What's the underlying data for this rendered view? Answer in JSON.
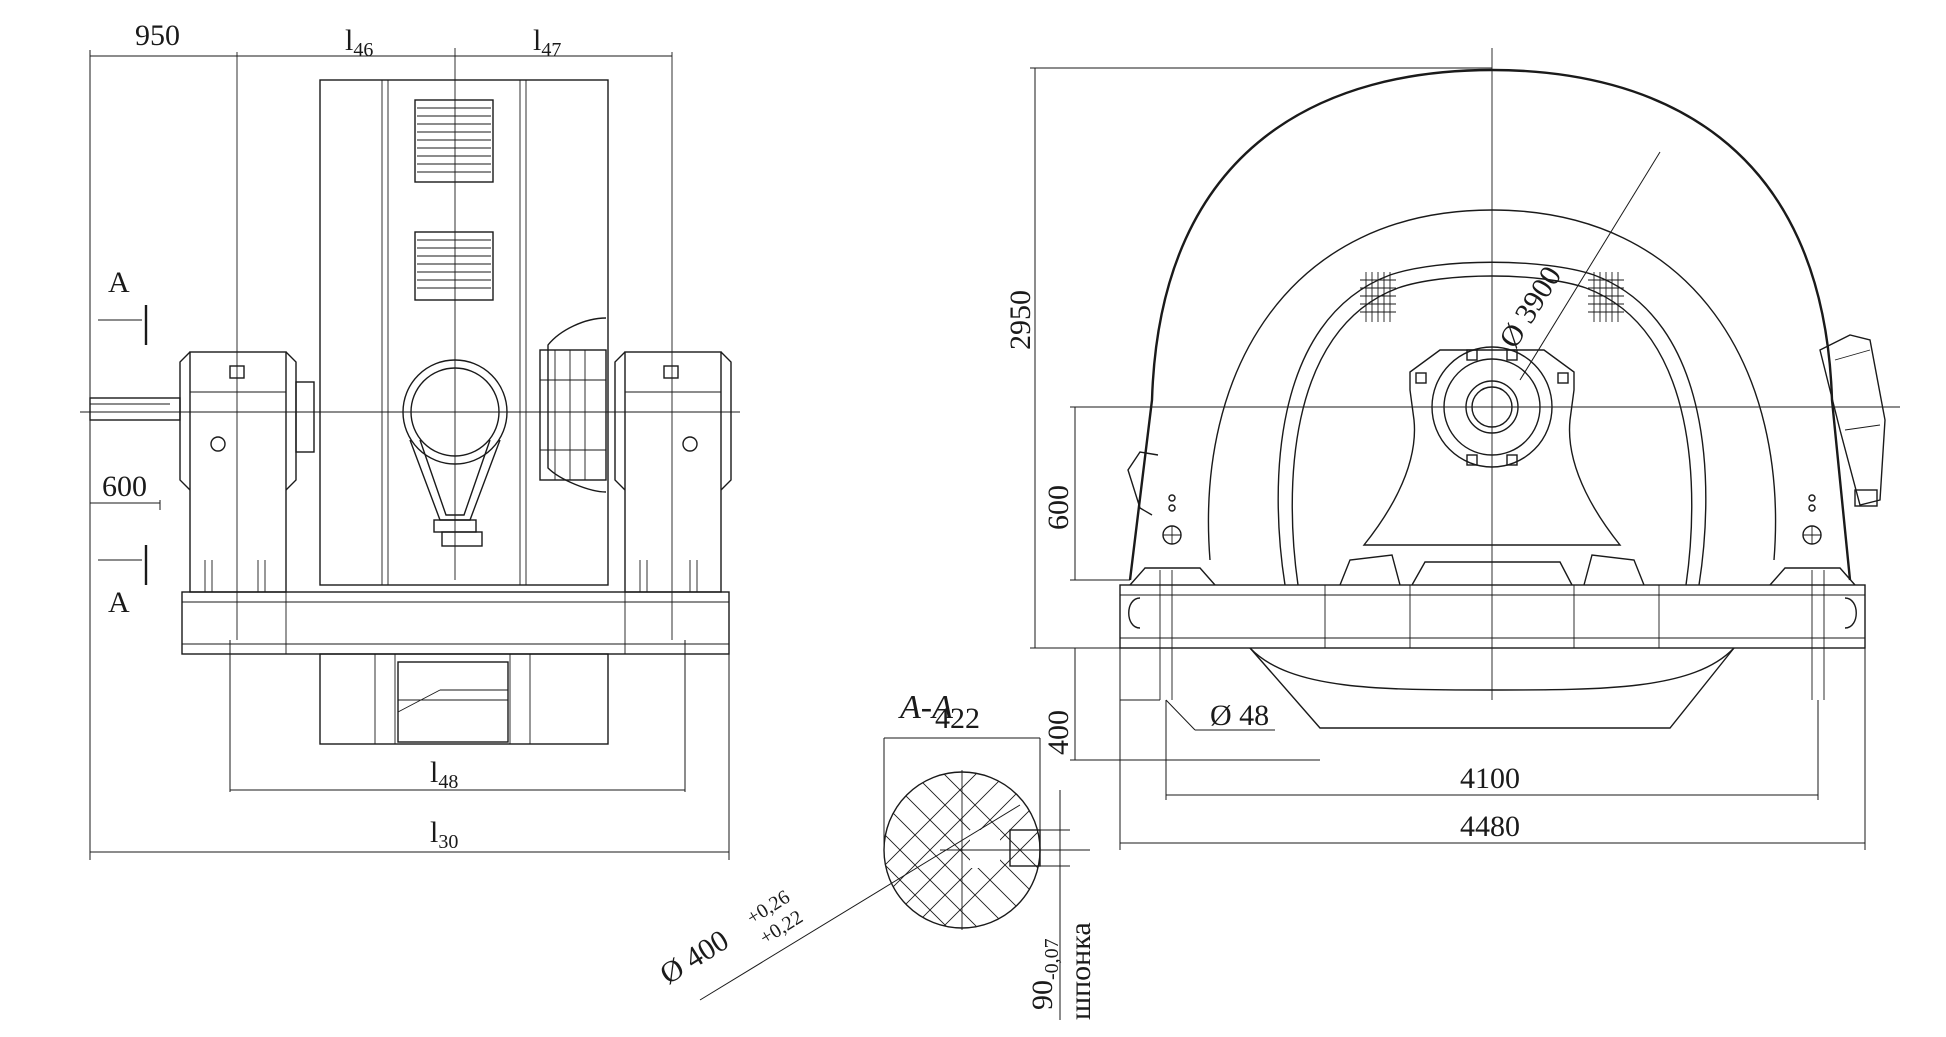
{
  "side_view": {
    "dim_950": "950",
    "dim_l46": "l",
    "dim_l46_sub": "46",
    "dim_l47": "l",
    "dim_l47_sub": "47",
    "dim_l48": "l",
    "dim_l48_sub": "48",
    "dim_l30": "l",
    "dim_l30_sub": "30",
    "dim_600": "600",
    "section_mark_top": "A",
    "section_mark_bottom": "A"
  },
  "front_view": {
    "dim_2950": "2950",
    "dim_600": "600",
    "dim_400": "400",
    "dia_3900": "Ø 3900",
    "dia_48": "Ø 48",
    "dim_4100": "4100",
    "dim_4480": "4480"
  },
  "section": {
    "title": "A-A",
    "dim_422": "422",
    "dia_400": "Ø 400",
    "tol_upper": "+0,26",
    "tol_lower": "+0,22",
    "key_dim": "90",
    "key_tol": "-0,07",
    "key_label": "шпонка"
  },
  "colors": {
    "line": "#1a1a1a",
    "background": "#ffffff"
  }
}
